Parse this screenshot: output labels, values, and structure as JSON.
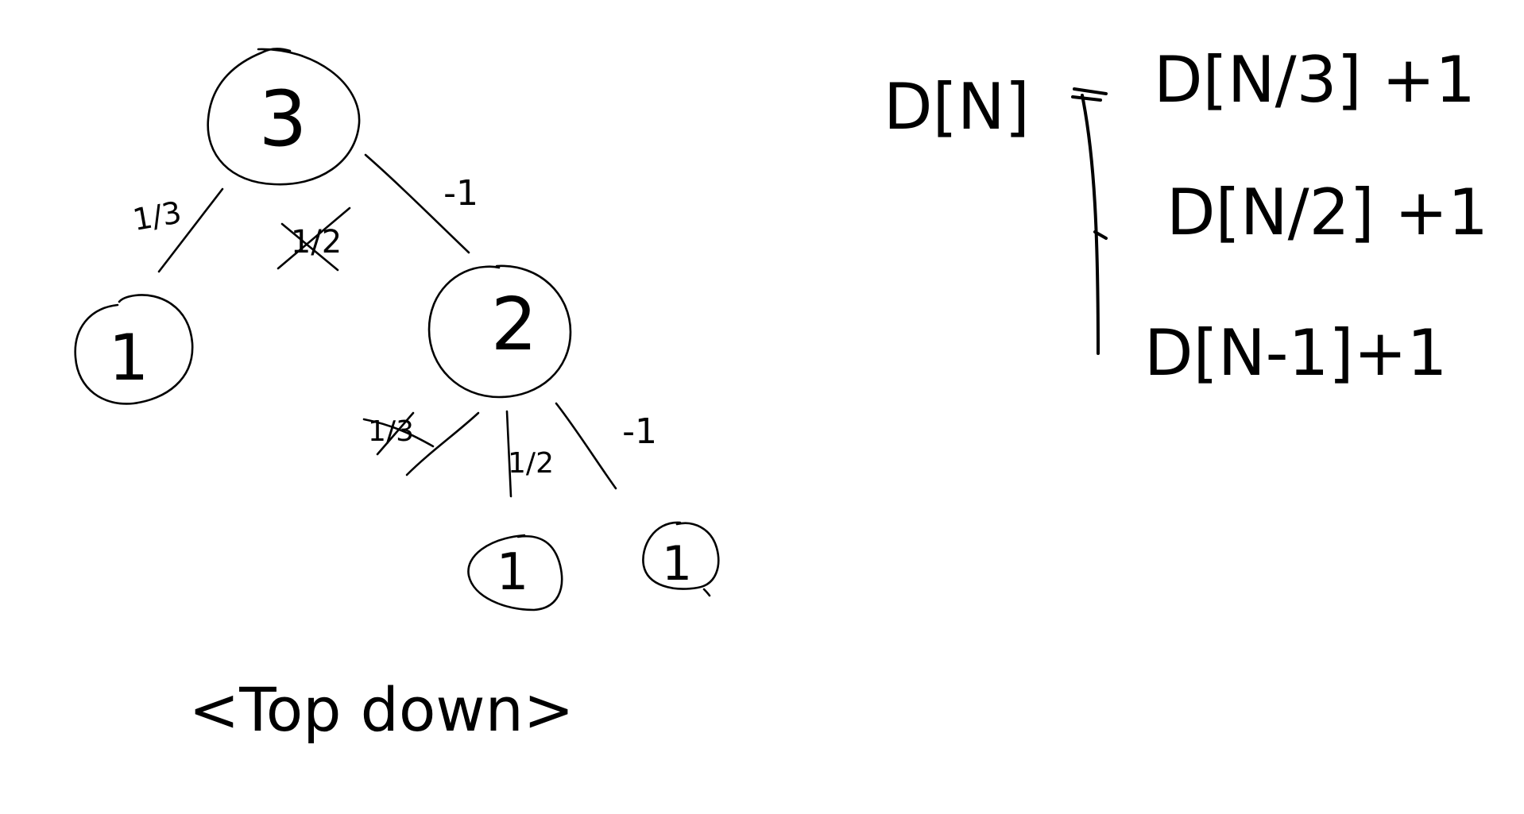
{
  "tree": {
    "nodes": [
      {
        "id": "root",
        "label": "3"
      },
      {
        "id": "left-child",
        "label": "1"
      },
      {
        "id": "right-child",
        "label": "2"
      },
      {
        "id": "grandchild-half",
        "label": "1"
      },
      {
        "id": "grandchild-minus-one",
        "label": "1"
      }
    ],
    "edges": [
      {
        "id": "root-div3",
        "label": "1/3",
        "crossed": false
      },
      {
        "id": "root-div2",
        "label": "1/2",
        "crossed": true
      },
      {
        "id": "root-minus1",
        "label": "-1",
        "crossed": false
      },
      {
        "id": "two-div3",
        "label": "1/3",
        "crossed": true
      },
      {
        "id": "two-div2",
        "label": "1/2",
        "crossed": false
      },
      {
        "id": "two-minus1",
        "label": "-1",
        "crossed": false
      }
    ],
    "caption": "<Top down>"
  },
  "recurrence": {
    "lhs": "D[N]",
    "terms": [
      "D[N/3] +1",
      "D[N/2] +1",
      "D[N-1]+1"
    ]
  }
}
